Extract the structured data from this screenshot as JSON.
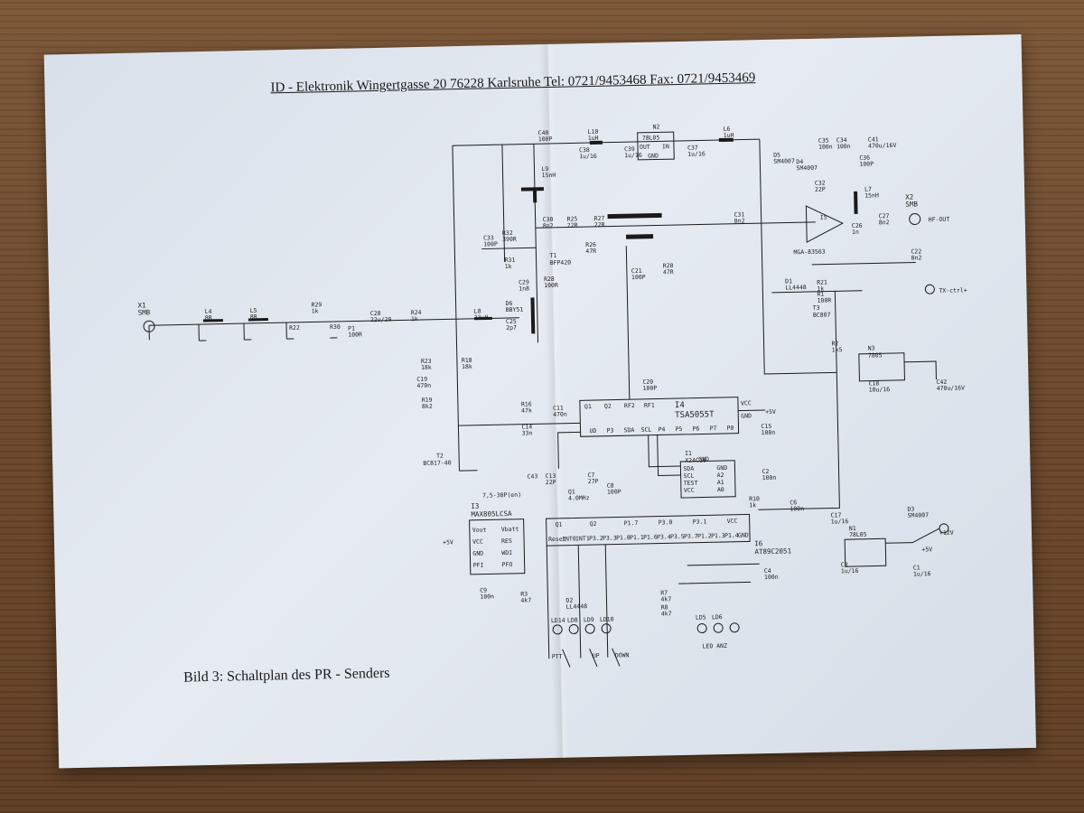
{
  "header": "ID - Elektronik   Wingertgasse 20   76228 Karlsruhe  Tel: 0721/9453468   Fax: 0721/9453469",
  "caption": "Bild 3: Schaltplan des PR - Senders",
  "connectors": {
    "x1": "X1",
    "x1_type": "SMB",
    "x2": "X2",
    "x2_type": "SMB",
    "x2_signal": "HF-OUT",
    "tx_ctrl": "TX-ctrl+",
    "power": "+12V"
  },
  "ics": {
    "n2": "N2",
    "n2_part": "78L05",
    "n2_out": "OUT",
    "n2_in": "IN",
    "n2_gnd": "GND",
    "i4": "I4",
    "i4_part": "TSA5055T",
    "i1": "I1",
    "i1_part": "X24C16",
    "i3": "I3",
    "i3_part": "MAX805LCSA",
    "i6": "I6",
    "i6_part": "AT89C2051",
    "i5": "I5",
    "i5_part": "MGA-83563",
    "n3": "N3",
    "n3_part": "7805",
    "n1": "N1",
    "n1_part": "78L05",
    "t1": "T1",
    "t1_part": "BFP420",
    "t2": "T2",
    "t2_part": "BC817-40",
    "t3": "T3",
    "t3_part": "BC807"
  },
  "components": [
    {
      "ref": "L4",
      "val": "8R"
    },
    {
      "ref": "L5",
      "val": "8R"
    },
    {
      "ref": "R29",
      "val": "1k"
    },
    {
      "ref": "R22",
      "val": ""
    },
    {
      "ref": "R30",
      "val": ""
    },
    {
      "ref": "P1",
      "val": "100R"
    },
    {
      "ref": "C28",
      "val": "22u/20"
    },
    {
      "ref": "R24",
      "val": "1k"
    },
    {
      "ref": "L8",
      "val": "33uH"
    },
    {
      "ref": "D6",
      "val": "BBY51"
    },
    {
      "ref": "C25",
      "val": "2p7"
    },
    {
      "ref": "R23",
      "val": "18k"
    },
    {
      "ref": "R18",
      "val": "18k"
    },
    {
      "ref": "C19",
      "val": "470n"
    },
    {
      "ref": "R19",
      "val": "8k2"
    },
    {
      "ref": "R16",
      "val": "47k"
    },
    {
      "ref": "C14",
      "val": "33n"
    },
    {
      "ref": "C11",
      "val": "470n"
    },
    {
      "ref": "C40",
      "val": "100P"
    },
    {
      "ref": "L10",
      "val": "1uH"
    },
    {
      "ref": "L9",
      "val": "15nH"
    },
    {
      "ref": "C33",
      "val": "100P"
    },
    {
      "ref": "R32",
      "val": "390R"
    },
    {
      "ref": "R31",
      "val": "1k"
    },
    {
      "ref": "R28",
      "val": "100R"
    },
    {
      "ref": "C29",
      "val": "1n8"
    },
    {
      "ref": "C30",
      "val": "8n2"
    },
    {
      "ref": "R25",
      "val": "22R"
    },
    {
      "ref": "R27",
      "val": "22R"
    },
    {
      "ref": "R26",
      "val": "47R"
    },
    {
      "ref": "C21",
      "val": "100P"
    },
    {
      "ref": "R20",
      "val": "47R"
    },
    {
      "ref": "C31",
      "val": "8n2"
    },
    {
      "ref": "L6",
      "val": "1uH"
    },
    {
      "ref": "D5",
      "val": "SM4007"
    },
    {
      "ref": "D4",
      "val": "SM4007"
    },
    {
      "ref": "C35",
      "val": "100n"
    },
    {
      "ref": "C34",
      "val": "100n"
    },
    {
      "ref": "C41",
      "val": "470u/16V"
    },
    {
      "ref": "C36",
      "val": "100P"
    },
    {
      "ref": "C32",
      "val": "22P"
    },
    {
      "ref": "L7",
      "val": "15nH"
    },
    {
      "ref": "C27",
      "val": "8n2"
    },
    {
      "ref": "C22",
      "val": "8n2"
    },
    {
      "ref": "D1",
      "val": "LL4448"
    },
    {
      "ref": "R21",
      "val": "1k"
    },
    {
      "ref": "R1",
      "val": "100R"
    },
    {
      "ref": "R2",
      "val": "1k5"
    },
    {
      "ref": "C18",
      "val": "10u/16"
    },
    {
      "ref": "C42",
      "val": "470u/16V"
    },
    {
      "ref": "C20",
      "val": "100P"
    },
    {
      "ref": "C15",
      "val": "100n"
    },
    {
      "ref": "C2",
      "val": "100n"
    },
    {
      "ref": "C43",
      "val": ""
    },
    {
      "ref": "C13",
      "val": "22P"
    },
    {
      "ref": "Q1",
      "val": "4.0MHz"
    },
    {
      "ref": "C7",
      "val": "27P"
    },
    {
      "ref": "C8",
      "val": "100P"
    },
    {
      "ref": "R10",
      "val": "1k"
    },
    {
      "ref": "C6",
      "val": "100n"
    },
    {
      "ref": "C17",
      "val": "1u/16"
    },
    {
      "ref": "D3",
      "val": "SM4007"
    },
    {
      "ref": "C3",
      "val": "1u/16"
    },
    {
      "ref": "C1",
      "val": "1u/16"
    },
    {
      "ref": "C4",
      "val": "100n"
    },
    {
      "ref": "C9",
      "val": "100n"
    },
    {
      "ref": "R3",
      "val": "4k7"
    },
    {
      "ref": "D2",
      "val": "LL4448"
    },
    {
      "ref": "R7",
      "val": "4k7"
    },
    {
      "ref": "R8",
      "val": "4k7"
    },
    {
      "ref": "C38",
      "val": "1u/16"
    },
    {
      "ref": "C37",
      "val": "1u/16"
    },
    {
      "ref": "C39",
      "val": "1u/16"
    },
    {
      "ref": "C26",
      "val": "1n"
    }
  ],
  "nets": {
    "vcc": "+5V",
    "gnd": "GND",
    "trim_cap": "7,5-30P(en)",
    "led_label": "LED ANZ",
    "ptt": "PTT",
    "up": "UP",
    "down": "DOWN",
    "led_refs": [
      "LD14",
      "LD8",
      "LD9",
      "LD10",
      "LD5",
      "LD6"
    ]
  },
  "pins": {
    "i4_top": [
      "Q1",
      "Q2",
      "RF2",
      "RF1"
    ],
    "i4_bot": [
      "UD",
      "P3",
      "SDA",
      "SCL",
      "P4",
      "P5",
      "P6",
      "P7",
      "P0"
    ],
    "i4_right": [
      "VCC",
      "GND"
    ],
    "i1_left": [
      "SDA",
      "SCL",
      "TEST",
      "VCC"
    ],
    "i1_right": [
      "GND",
      "A2",
      "A1",
      "A0"
    ],
    "i3_left": [
      "Vout",
      "VCC",
      "GND",
      "PFI"
    ],
    "i3_right": [
      "Vbatt",
      "RES",
      "WDI",
      "PFO"
    ],
    "i6_top": [
      "Q1",
      "Q2",
      "P1.7",
      "P3.0",
      "P3.1",
      "VCC"
    ],
    "i6_bot": [
      "Reset",
      "INT0",
      "INT1",
      "P3.2",
      "P3.3",
      "P1.0",
      "P1.1",
      "P1.6",
      "P3.4",
      "P3.5",
      "P3.7",
      "P1.2",
      "P1.3",
      "P1.4",
      "GND"
    ]
  }
}
